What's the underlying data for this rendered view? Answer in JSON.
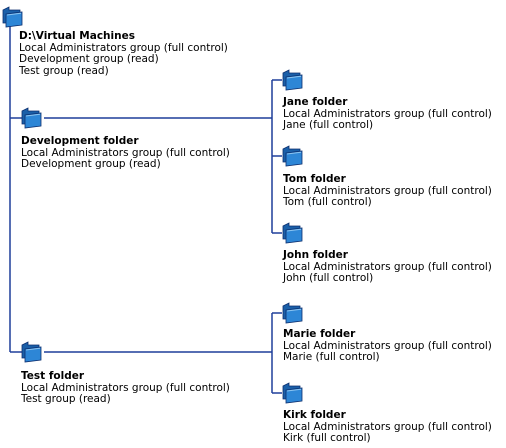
{
  "tree": {
    "root": {
      "name": "D:\\Virtual Machines",
      "permissions": [
        "Local Administrators group (full control)",
        "Development group (read)",
        "Test group (read)"
      ]
    },
    "development": {
      "name": "Development folder",
      "permissions": [
        "Local Administrators group (full control)",
        "Development group (read)"
      ],
      "children": [
        {
          "name": "Jane folder",
          "permissions": [
            "Local Administrators group (full control)",
            "Jane (full control)"
          ]
        },
        {
          "name": "Tom folder",
          "permissions": [
            "Local Administrators group (full control)",
            "Tom (full control)"
          ]
        },
        {
          "name": "John folder",
          "permissions": [
            "Local Administrators group (full control)",
            "John (full control)"
          ]
        }
      ]
    },
    "test": {
      "name": "Test folder",
      "permissions": [
        "Local Administrators group (full control)",
        "Test group (read)"
      ],
      "children": [
        {
          "name": "Marie folder",
          "permissions": [
            "Local Administrators group (full control)",
            "Marie (full control)"
          ]
        },
        {
          "name": "Kirk folder",
          "permissions": [
            "Local Administrators group (full control)",
            "Kirk (full control)"
          ]
        }
      ]
    }
  },
  "colors": {
    "line": "#1f3f9a",
    "folder_front": "#2d86d6",
    "folder_back": "#1a5fa8",
    "folder_edge": "#0d2f6e"
  },
  "icons": {
    "folder": "folder-icon"
  }
}
